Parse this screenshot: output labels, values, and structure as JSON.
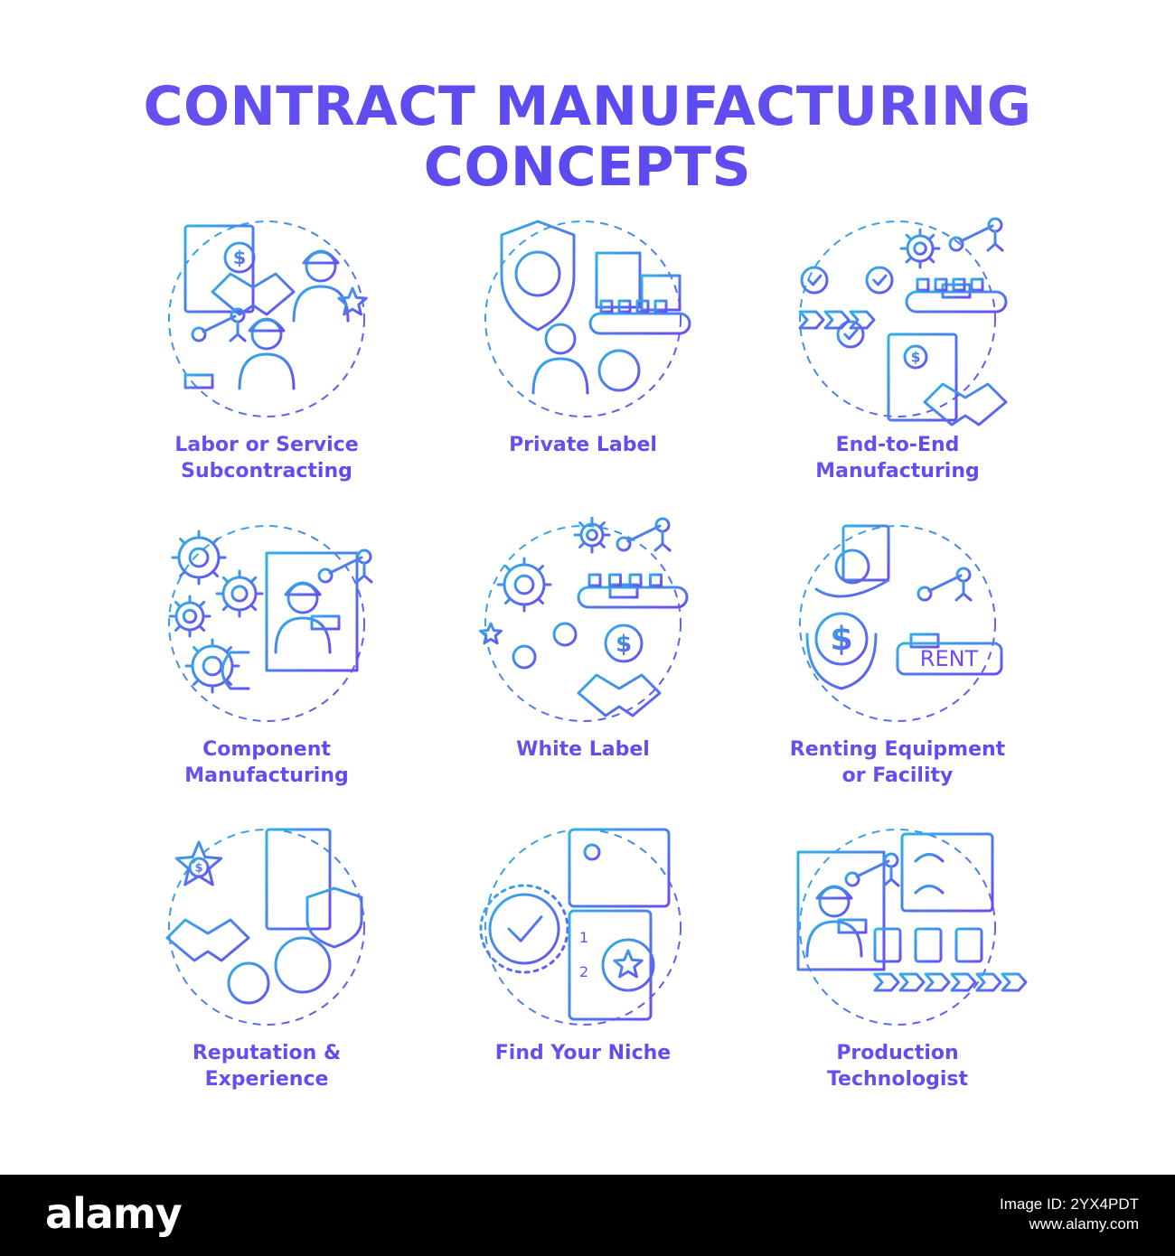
{
  "title": {
    "line1": "CONTRACT MANUFACTURING",
    "line2": "CONCEPTS"
  },
  "colors": {
    "gradient_start": "#2fb3e6",
    "gradient_end": "#6a4cf0",
    "text": "#5a4af0",
    "footer_bg": "#000000"
  },
  "concepts": [
    {
      "lines": [
        "Labor or Service",
        "Subcontracting"
      ],
      "icon": "handshake-worker-robot-arm-icon"
    },
    {
      "lines": [
        "Private Label"
      ],
      "icon": "shield-crane-person-icon"
    },
    {
      "lines": [
        "End-to-End",
        "Manufacturing"
      ],
      "icon": "checklist-flow-contract-icon"
    },
    {
      "lines": [
        "Component",
        "Manufacturing"
      ],
      "icon": "gears-magnet-worker-icon"
    },
    {
      "lines": [
        "White Label"
      ],
      "icon": "gear-products-handshake-icon"
    },
    {
      "lines": [
        "Renting Equipment",
        "or Facility"
      ],
      "icon": "key-hands-robot-rent-icon",
      "badge": "RENT"
    },
    {
      "lines": [
        "Reputation &",
        "Experience"
      ],
      "icon": "star-handshake-checklist-smiley-icon"
    },
    {
      "lines": [
        "Find Your Niche"
      ],
      "icon": "target-check-clipboard-icon",
      "list": [
        "1",
        "2"
      ]
    },
    {
      "lines": [
        "Production",
        "Technologist"
      ],
      "icon": "worker-dashboard-flow-icon"
    }
  ],
  "footer": {
    "logo": "alamy",
    "image_id_label": "Image ID: 2YX4PDT",
    "site": "www.alamy.com"
  }
}
